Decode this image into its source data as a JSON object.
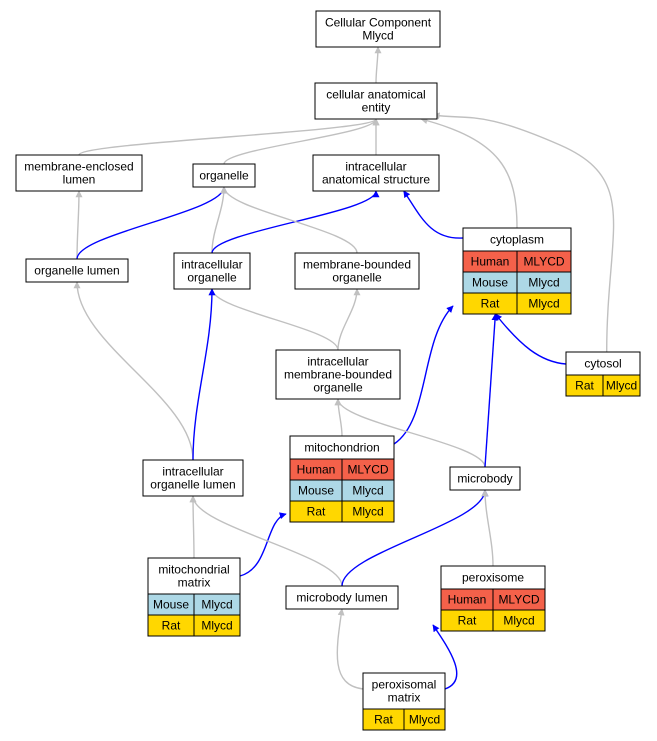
{
  "colors": {
    "human": "#f4614a",
    "mouse": "#add8e6",
    "rat": "#ffd700",
    "is_a_edge": "#c0c0c0",
    "part_of_edge": "#0000ff"
  },
  "nodes": {
    "root": {
      "lines": [
        "Cellular Component",
        "Mlycd"
      ]
    },
    "cae": {
      "lines": [
        "cellular anatomical",
        "entity"
      ]
    },
    "mel": {
      "lines": [
        "membrane-enclosed",
        "lumen"
      ]
    },
    "org": {
      "lines": [
        "organelle"
      ]
    },
    "ias": {
      "lines": [
        "intracellular",
        "anatomical structure"
      ]
    },
    "cyto": {
      "lines": [
        "cytoplasm"
      ],
      "rows": [
        [
          "Human",
          "MLYCD"
        ],
        [
          "Mouse",
          "Mlycd"
        ],
        [
          "Rat",
          "Mlycd"
        ]
      ]
    },
    "orglum": {
      "lines": [
        "organelle lumen"
      ]
    },
    "io": {
      "lines": [
        "intracellular",
        "organelle"
      ]
    },
    "mbo": {
      "lines": [
        "membrane-bounded",
        "organelle"
      ]
    },
    "imbo": {
      "lines": [
        "intracellular",
        "membrane-bounded",
        "organelle"
      ]
    },
    "cytosol": {
      "lines": [
        "cytosol"
      ],
      "rows": [
        [
          "Rat",
          "Mlycd"
        ]
      ]
    },
    "mito": {
      "lines": [
        "mitochondrion"
      ],
      "rows": [
        [
          "Human",
          "MLYCD"
        ],
        [
          "Mouse",
          "Mlycd"
        ],
        [
          "Rat",
          "Mlycd"
        ]
      ]
    },
    "iol": {
      "lines": [
        "intracellular",
        "organelle lumen"
      ]
    },
    "mb": {
      "lines": [
        "microbody"
      ]
    },
    "mm": {
      "lines": [
        "mitochondrial",
        "matrix"
      ],
      "rows": [
        [
          "Mouse",
          "Mlycd"
        ],
        [
          "Rat",
          "Mlycd"
        ]
      ]
    },
    "mbl": {
      "lines": [
        "microbody lumen"
      ]
    },
    "perox": {
      "lines": [
        "peroxisome"
      ],
      "rows": [
        [
          "Human",
          "MLYCD"
        ],
        [
          "Rat",
          "Mlycd"
        ]
      ]
    },
    "pm": {
      "lines": [
        "peroxisomal",
        "matrix"
      ],
      "rows": [
        [
          "Rat",
          "Mlycd"
        ]
      ]
    }
  },
  "edges": [
    {
      "from": "cae",
      "to": "root",
      "type": "is_a"
    },
    {
      "from": "mel",
      "to": "cae",
      "type": "is_a"
    },
    {
      "from": "org",
      "to": "cae",
      "type": "is_a"
    },
    {
      "from": "ias",
      "to": "cae",
      "type": "is_a"
    },
    {
      "from": "cyto",
      "to": "cae",
      "type": "is_a"
    },
    {
      "from": "cytosol",
      "to": "cae",
      "type": "is_a"
    },
    {
      "from": "orglum",
      "to": "mel",
      "type": "is_a"
    },
    {
      "from": "orglum",
      "to": "org",
      "type": "part_of"
    },
    {
      "from": "io",
      "to": "org",
      "type": "is_a"
    },
    {
      "from": "io",
      "to": "ias",
      "type": "part_of"
    },
    {
      "from": "mbo",
      "to": "org",
      "type": "is_a"
    },
    {
      "from": "cyto",
      "to": "ias",
      "type": "part_of"
    },
    {
      "from": "imbo",
      "to": "io",
      "type": "is_a"
    },
    {
      "from": "imbo",
      "to": "mbo",
      "type": "is_a"
    },
    {
      "from": "cytosol",
      "to": "cyto",
      "type": "part_of"
    },
    {
      "from": "mito",
      "to": "imbo",
      "type": "is_a"
    },
    {
      "from": "mito",
      "to": "cyto",
      "type": "part_of"
    },
    {
      "from": "iol",
      "to": "orglum",
      "type": "is_a"
    },
    {
      "from": "iol",
      "to": "io",
      "type": "part_of"
    },
    {
      "from": "mb",
      "to": "imbo",
      "type": "is_a"
    },
    {
      "from": "mb",
      "to": "cyto",
      "type": "part_of"
    },
    {
      "from": "mm",
      "to": "iol",
      "type": "is_a"
    },
    {
      "from": "mm",
      "to": "mito",
      "type": "part_of"
    },
    {
      "from": "mbl",
      "to": "iol",
      "type": "is_a"
    },
    {
      "from": "mbl",
      "to": "mb",
      "type": "part_of"
    },
    {
      "from": "perox",
      "to": "mb",
      "type": "is_a"
    },
    {
      "from": "pm",
      "to": "mbl",
      "type": "is_a"
    },
    {
      "from": "pm",
      "to": "perox",
      "type": "part_of"
    }
  ]
}
